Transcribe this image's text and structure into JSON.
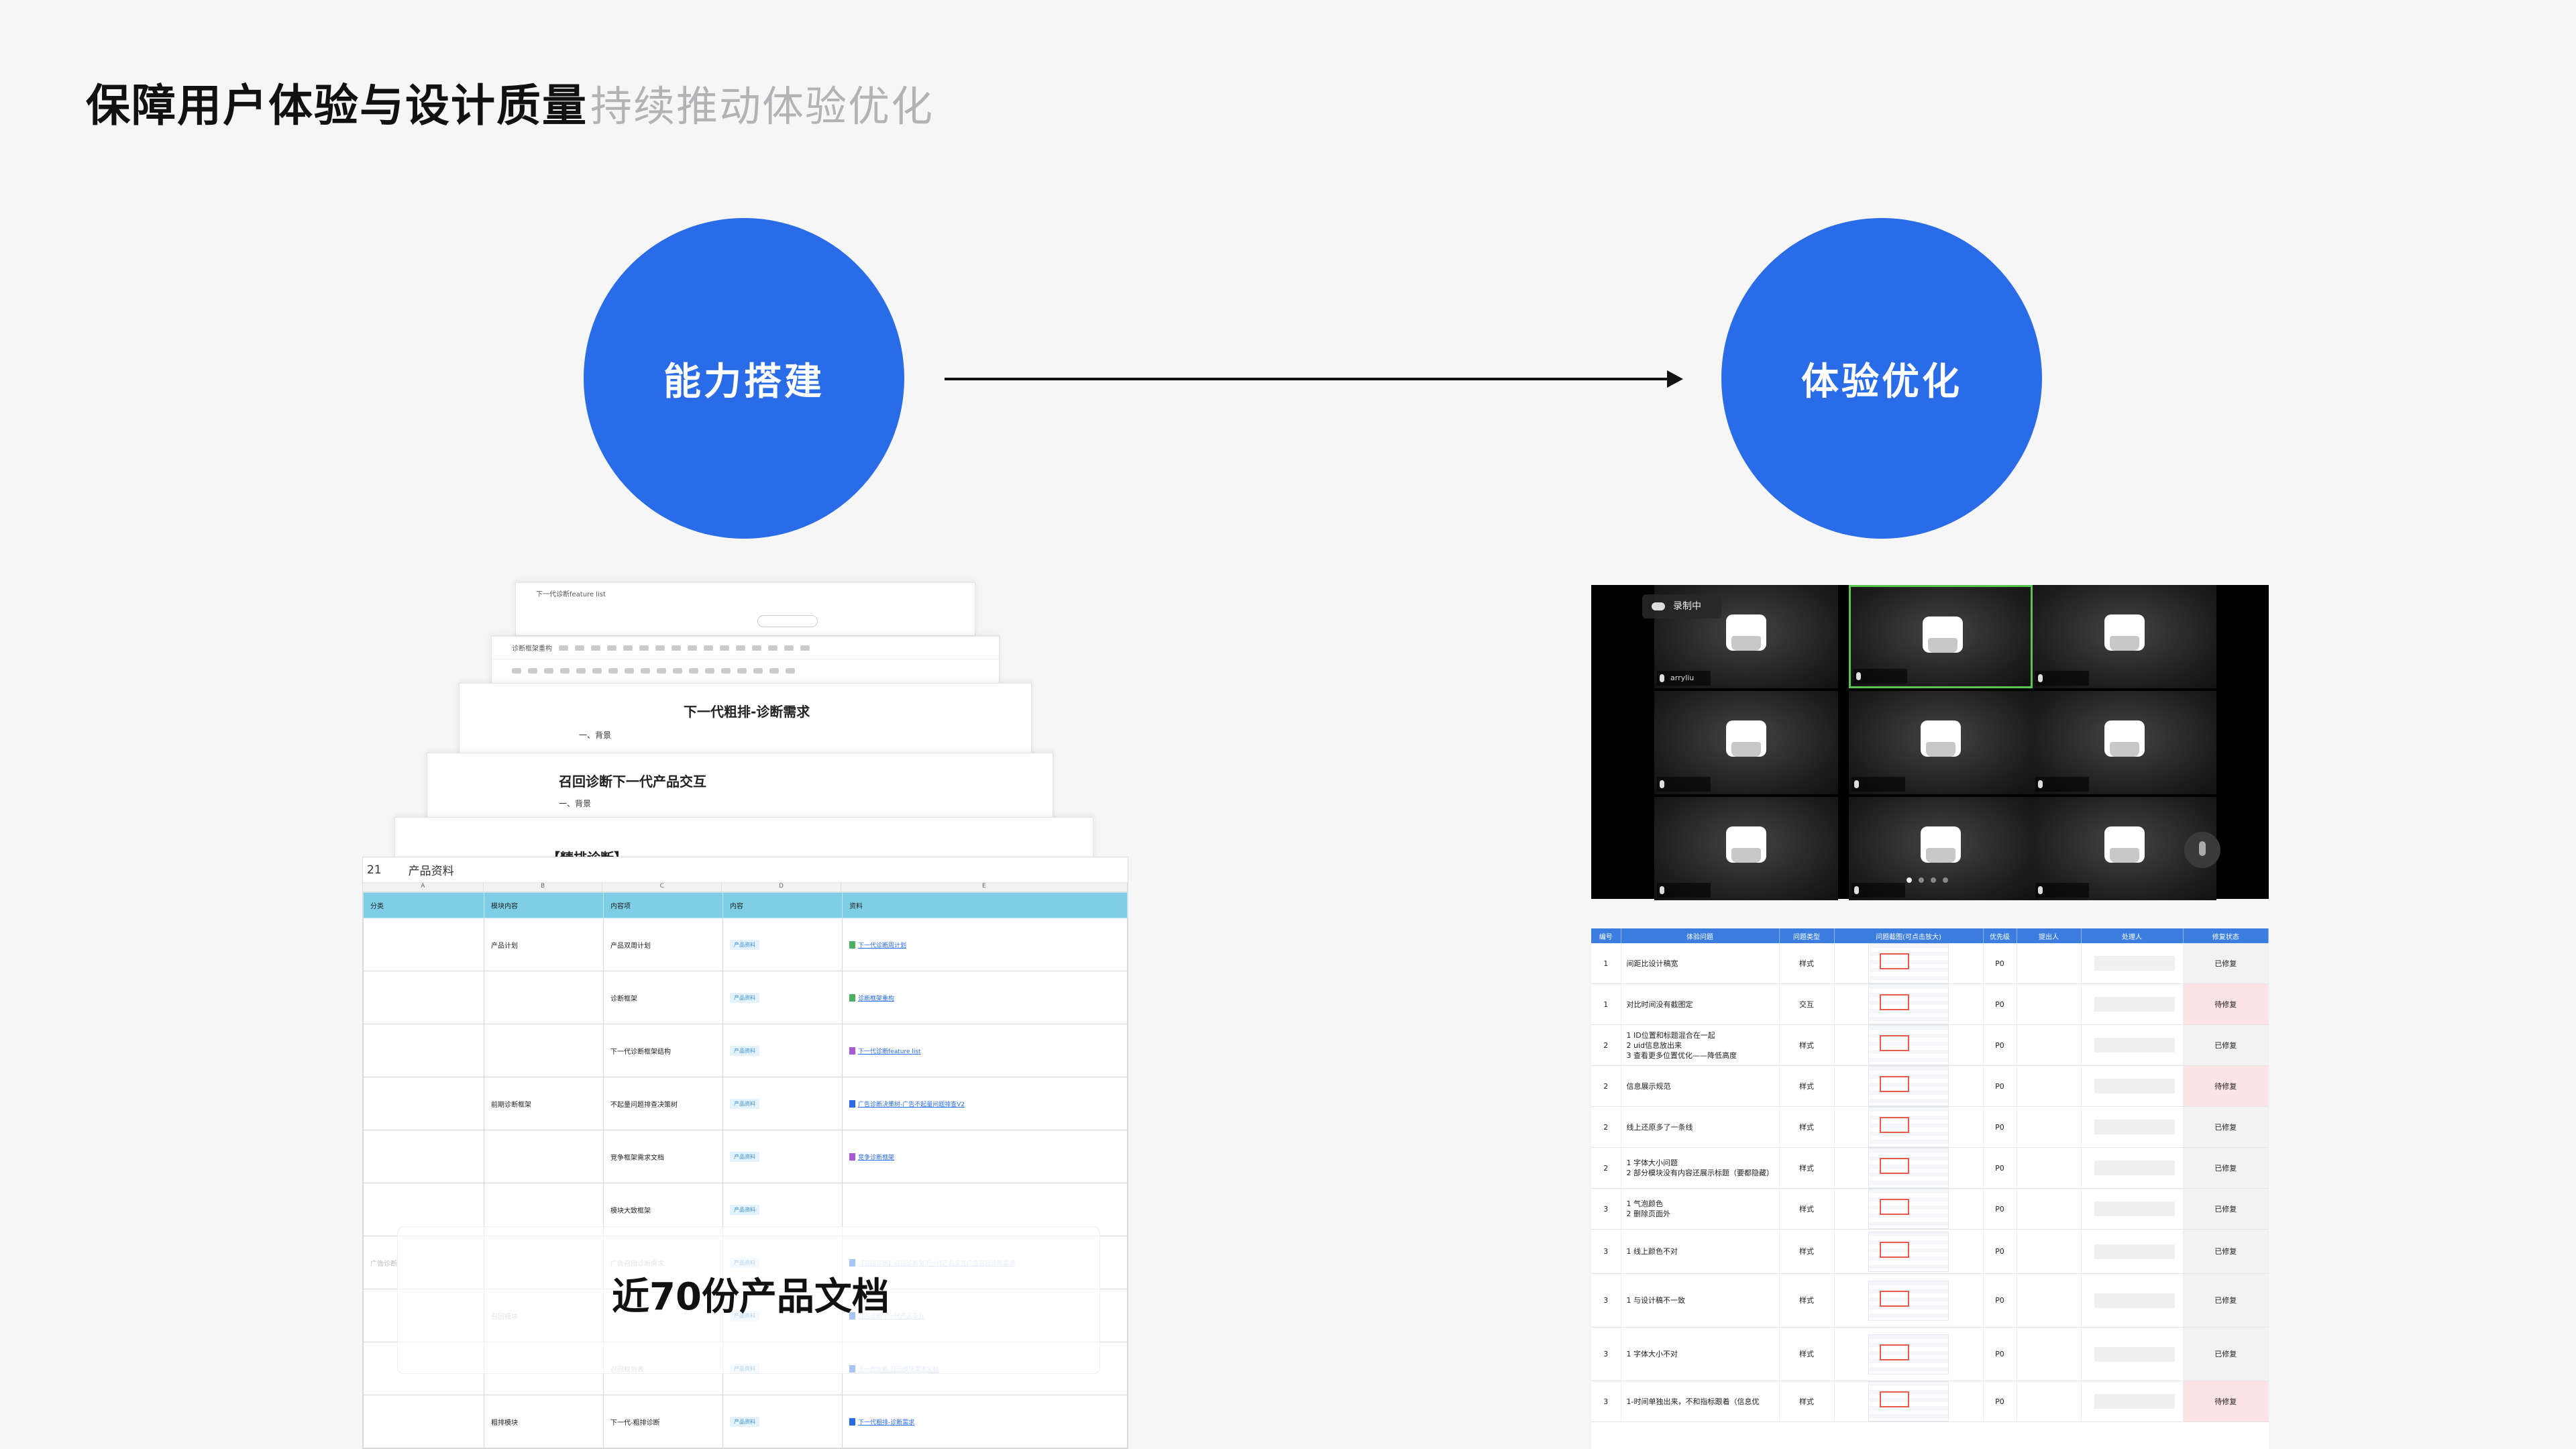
{
  "header": {
    "title": "保障用户体验与设计质量",
    "subtitle": "持续推动体验优化"
  },
  "flow": {
    "left_circle": "能力搭建",
    "right_circle": "体验优化"
  },
  "docs_stack": {
    "cards": [
      "下一代诊断feature list",
      "诊断框架重构",
      "下一代粗排-诊断需求",
      "召回诊断下一代产品交互",
      "【精排诊断】"
    ],
    "card_sub": "一、背景",
    "sheet": {
      "row_num": "21",
      "sheet_name": "产品资料",
      "col_letters": [
        "A",
        "B",
        "C",
        "D",
        "E"
      ],
      "headers": [
        "分类",
        "模块内容",
        "内容项",
        "内容",
        "资料"
      ],
      "category": "广告诊断",
      "rows": [
        {
          "b": "产品计划",
          "c": "产品双周计划",
          "tag": "产品资料",
          "link": "下一代诊断周计划",
          "icon": "g"
        },
        {
          "b": "",
          "c": "诊断框架",
          "tag": "产品资料",
          "link": "诊断框架重构",
          "icon": "g"
        },
        {
          "b": "",
          "c": "下一代诊断框架结构",
          "tag": "产品资料",
          "link": "下一代诊断feature list",
          "icon": "p"
        },
        {
          "b": "前期诊断框架",
          "c": "不起量问题排查决策树",
          "tag": "产品资料",
          "link": "广告诊断决策树-广告不起量问题排查V2",
          "icon": "b"
        },
        {
          "b": "",
          "c": "竞争框架需求文档",
          "tag": "产品资料",
          "link": "竞争诊断框架",
          "icon": "p"
        },
        {
          "b": "",
          "c": "模块大致框架",
          "tag": "产品资料",
          "link": "",
          "icon": ""
        },
        {
          "b": "",
          "c": "广告召回诊断需求",
          "tag": "产品资料",
          "link": "【召回诊断】召回诊断至下一代产品交互广告召回诊断需求",
          "icon": "b"
        },
        {
          "b": "召回模块",
          "c": "",
          "tag": "产品资料",
          "link": "召回诊断下一代产品交互",
          "icon": "b"
        },
        {
          "b": "",
          "c": "召回规则表",
          "tag": "产品资料",
          "link": "下一代诊断-召回模块需求文档",
          "icon": "b"
        },
        {
          "b": "粗排模块",
          "c": "下一代-粗排诊断",
          "tag": "产品资料",
          "link": "下一代粗排-诊断需求",
          "icon": "b"
        }
      ],
      "overlay_label": "近70份产品文档"
    }
  },
  "video_call": {
    "recording_label": "录制中",
    "participants": [
      "arryliu",
      "",
      "",
      "",
      "",
      "",
      "",
      "",
      ""
    ]
  },
  "issues": {
    "headers": [
      "编号",
      "体验问题",
      "问题类型",
      "问题截图(可点击放大)",
      "优先级",
      "提出人",
      "处理人",
      "修复状态"
    ],
    "rows": [
      {
        "no": "1",
        "problem": "间距比设计稿宽",
        "type": "样式",
        "pri": "P0",
        "status": "已修复",
        "bad": false
      },
      {
        "no": "1",
        "problem": "对比时间没有截图定",
        "type": "交互",
        "pri": "P0",
        "status": "待修复",
        "bad": true
      },
      {
        "no": "2",
        "problem": "1 ID位置和标题混合在一起\n2 uid信息放出来\n3 查看更多位置优化——降低高度",
        "type": "样式",
        "pri": "P0",
        "status": "已修复",
        "bad": false
      },
      {
        "no": "2",
        "problem": "信息展示规范",
        "type": "样式",
        "pri": "P0",
        "status": "待修复",
        "bad": true
      },
      {
        "no": "2",
        "problem": "线上还原多了一条线",
        "type": "样式",
        "pri": "P0",
        "status": "已修复",
        "bad": false
      },
      {
        "no": "2",
        "problem": "1 字体大小问题\n2 部分模块没有内容还展示标题（要都隐藏）",
        "type": "样式",
        "pri": "P0",
        "status": "已修复",
        "bad": false
      },
      {
        "no": "3",
        "problem": "1 气泡颜色\n2 删除页面外",
        "type": "样式",
        "pri": "P0",
        "status": "已修复",
        "bad": false
      },
      {
        "no": "3",
        "problem": "1 线上颜色不对",
        "type": "样式",
        "pri": "P0",
        "status": "已修复",
        "bad": false
      },
      {
        "no": "3",
        "problem": "1 与设计稿不一致",
        "type": "样式",
        "pri": "P0",
        "status": "已修复",
        "bad": false
      },
      {
        "no": "3",
        "problem": "1 字体大小不对",
        "type": "样式",
        "pri": "P0",
        "status": "已修复",
        "bad": false
      },
      {
        "no": "3",
        "problem": "1-时间单独出来，不和指标跟着（信息优",
        "type": "样式",
        "pri": "P0",
        "status": "待修复",
        "bad": true
      }
    ]
  },
  "colors": {
    "accent": "#2a6be8",
    "sheet_header": "#7ecfe6",
    "issues_header": "#3c7de0",
    "status_bad": "#e0413c"
  }
}
